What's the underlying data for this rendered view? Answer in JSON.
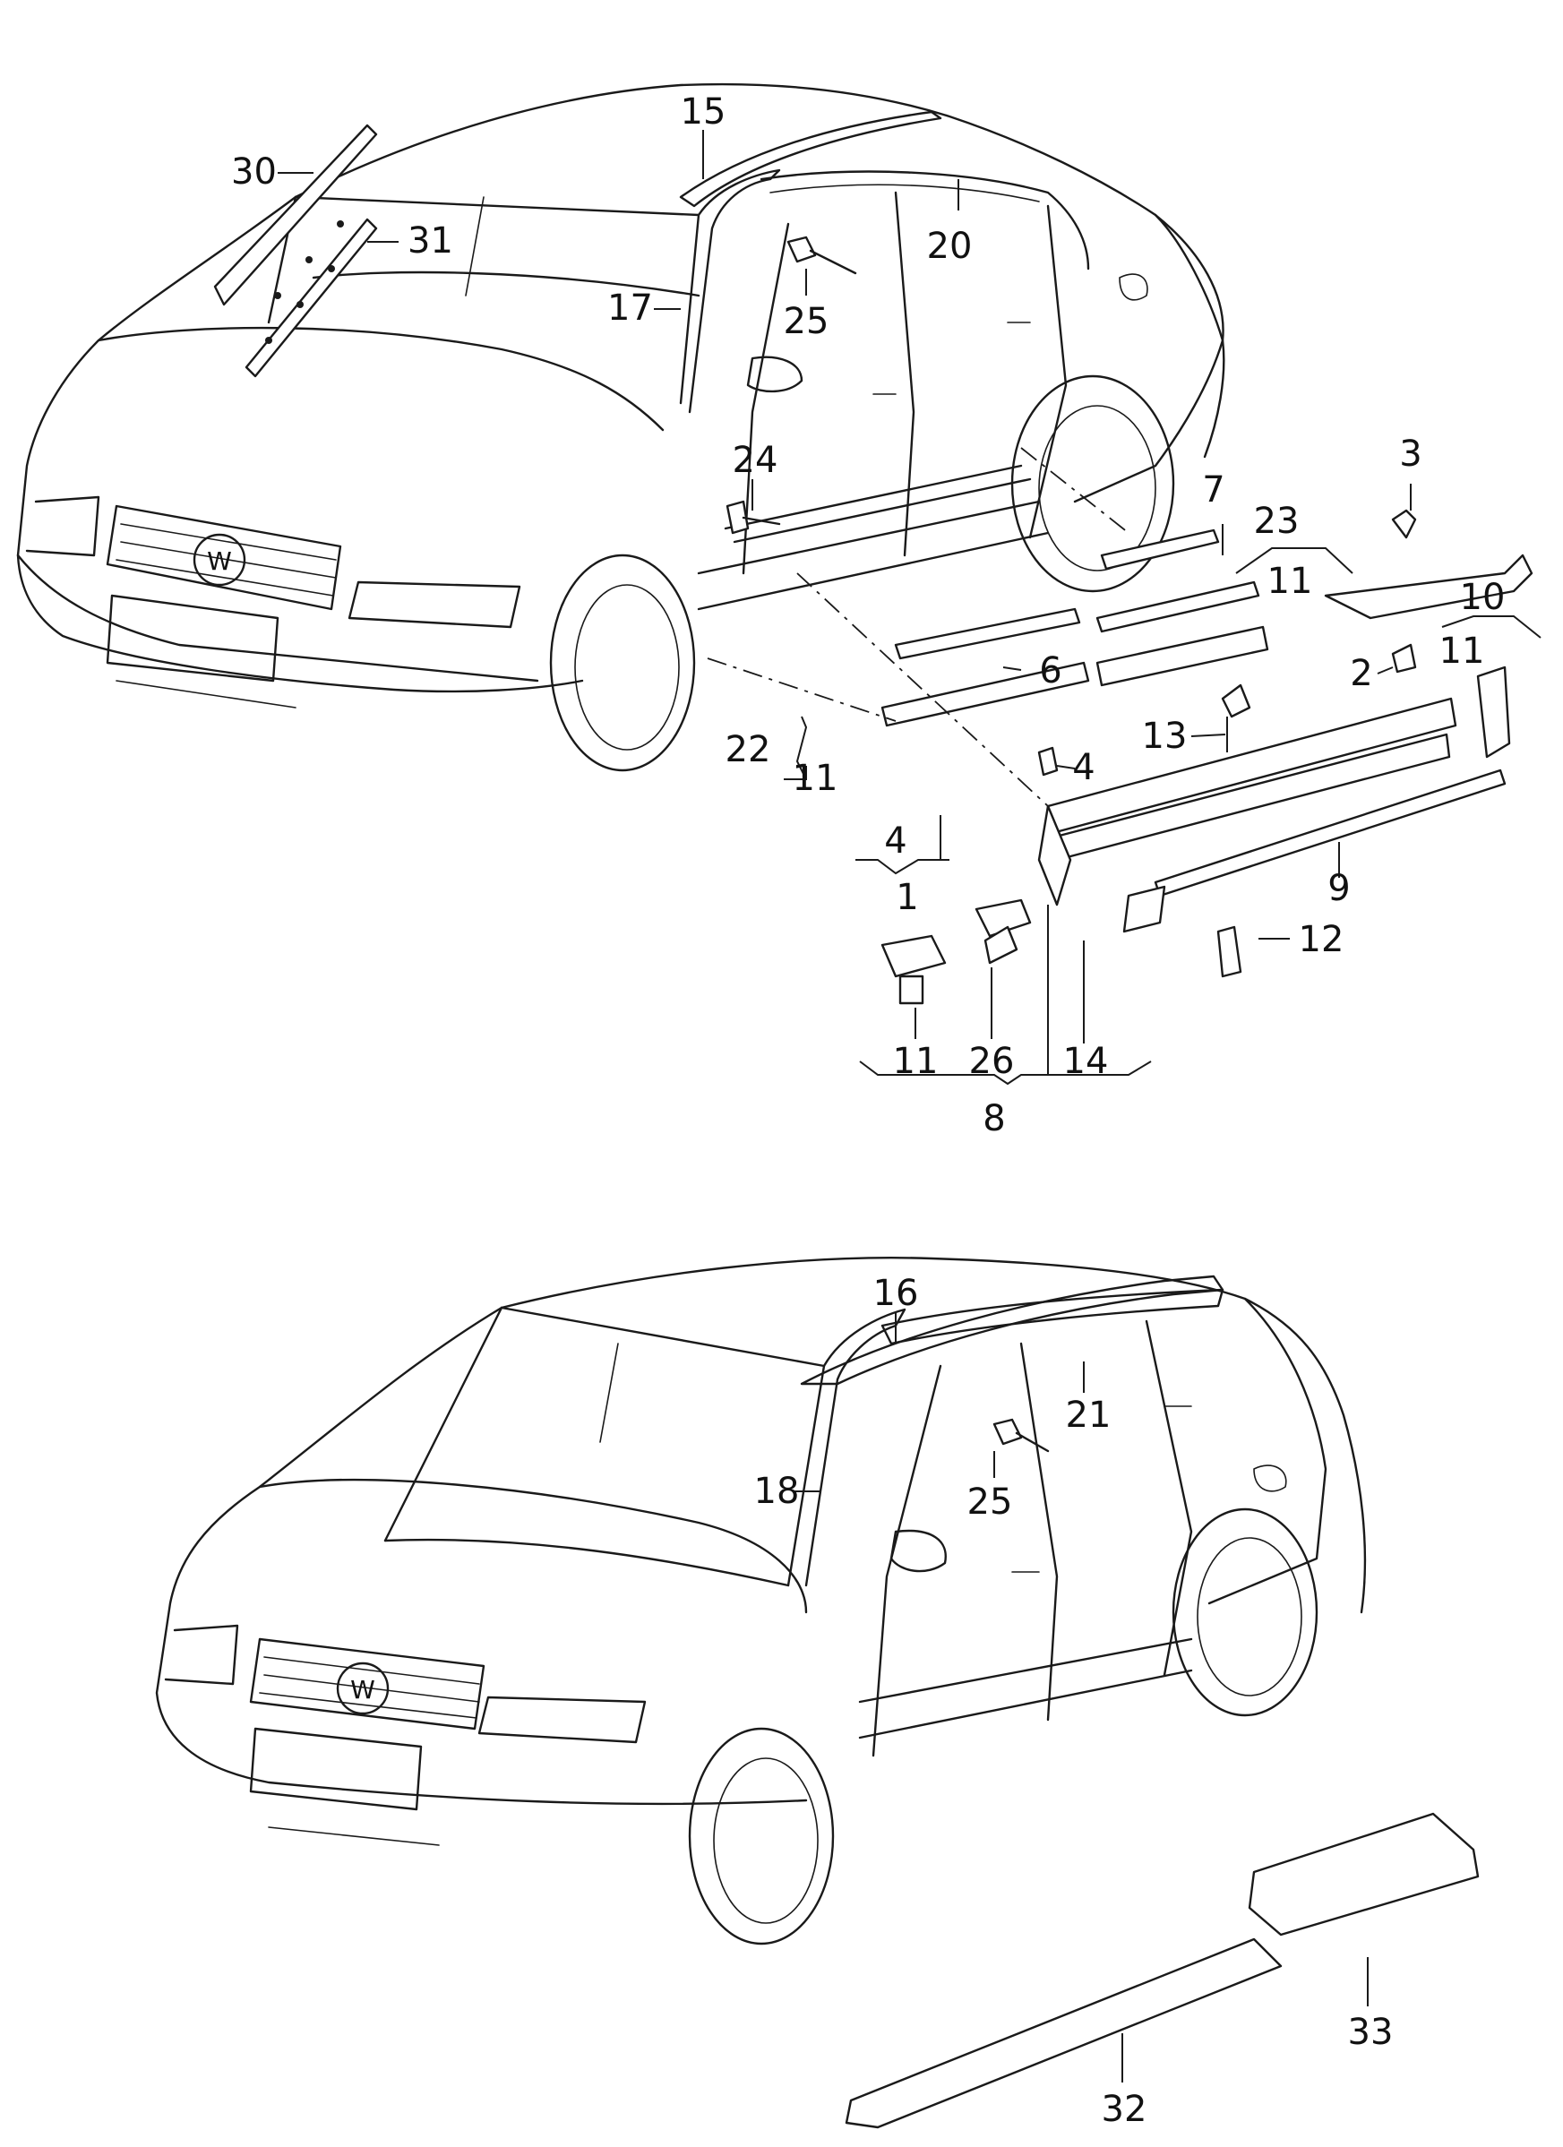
{
  "sedan": {
    "labels": {
      "l30": "30",
      "l31": "31",
      "l15": "15",
      "l20": "20",
      "l17": "17",
      "l25": "25",
      "l24": "24",
      "l3": "3",
      "l7": "7",
      "l23": "23",
      "l11a": "11",
      "l10": "10",
      "l11b": "11",
      "l2": "2",
      "l6": "6",
      "l13": "13",
      "l22": "22",
      "l11c": "11",
      "l4a": "4",
      "l4b": "4",
      "l1": "1",
      "l9": "9",
      "l12": "12",
      "l11d": "11",
      "l26": "26",
      "l14": "14",
      "l8": "8"
    }
  },
  "wagon": {
    "labels": {
      "l16": "16",
      "l21": "21",
      "l18": "18",
      "l25": "25",
      "l33": "33",
      "l32": "32"
    }
  }
}
